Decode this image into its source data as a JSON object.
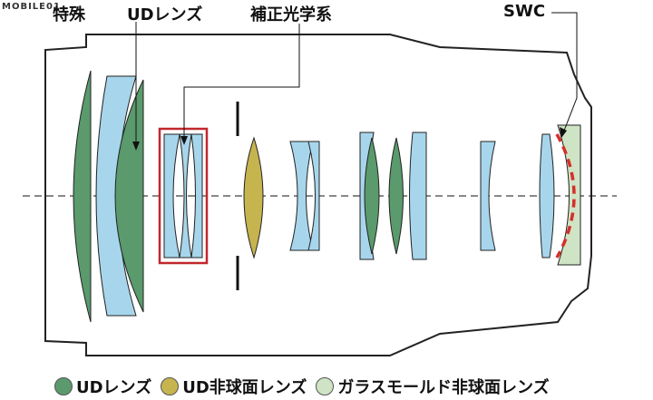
{
  "watermark": "MOBILE01",
  "labels": {
    "special": "特殊",
    "ud_lens": "UDレンズ",
    "correction": "補正光学系",
    "swc": "SWC"
  },
  "legend": [
    {
      "text": "UDレンズ",
      "color": "#5a9a6c"
    },
    {
      "text": "UD非球面レンズ",
      "color": "#c6b44e"
    },
    {
      "text": "ガラスモールド非球面レンズ",
      "color": "#cfe4c4"
    }
  ],
  "colors": {
    "ud": "#5a9a6c",
    "ud_aspheric": "#c6b44e",
    "glass_mold": "#cfe4c4",
    "standard": "#a7d6ec",
    "highlight_box": "#c0282d",
    "swc_arc": "#d62e2a",
    "outline": "#222222"
  }
}
